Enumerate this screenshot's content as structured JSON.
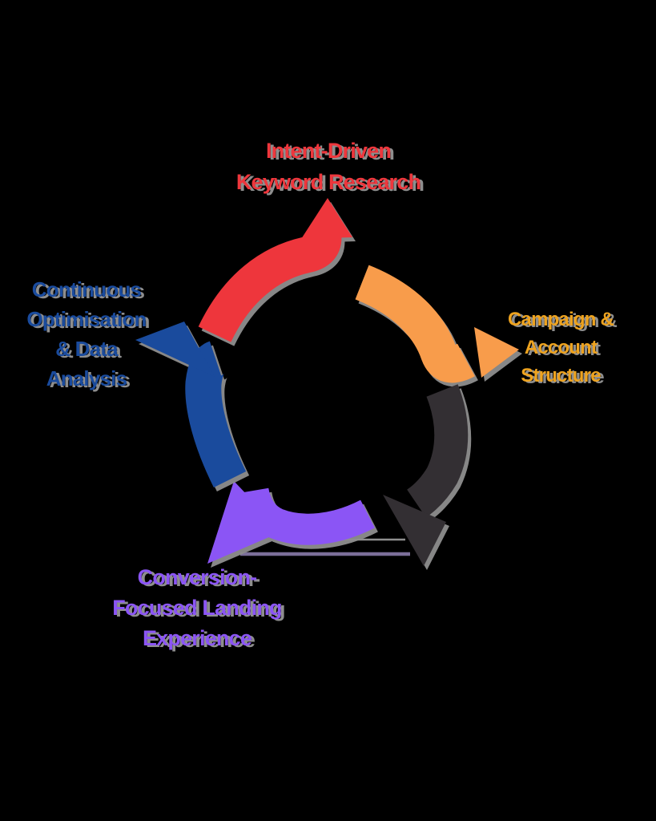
{
  "diagram": {
    "type": "cycle",
    "description_visible": false,
    "stages": [
      {
        "position": "top",
        "label": "Intent-Driven Keyword Research",
        "arrow_color": "#EE363C",
        "text_color": "#EE363C"
      },
      {
        "position": "right",
        "label": "Campaign & Account Structure",
        "arrow_color": "#F89C4B",
        "text_color": "#EEA31F"
      },
      {
        "position": "bottom-right",
        "label": "",
        "arrow_color": "#332F33",
        "text_color": ""
      },
      {
        "position": "bottom-left",
        "label": "Conversion-Focused Landing Experience",
        "arrow_color": "#8B55F5",
        "text_color": "#8B55F5"
      },
      {
        "position": "left",
        "label": "Continuous Optimisation & Data Analysis",
        "arrow_color": "#1A4B9D",
        "text_color": "#1A4B9D"
      }
    ]
  },
  "labels": {
    "top": {
      "lines": [
        "Intent-Driven",
        "Keyword Research"
      ]
    },
    "right": {
      "lines": [
        "Campaign &",
        "Account",
        "Structure"
      ]
    },
    "left": {
      "lines": [
        "Continuous",
        "Optimisation",
        "& Data",
        "Analysis"
      ]
    },
    "bottom": {
      "lines": [
        "Conversion-",
        "Focused Landing",
        "Experience"
      ]
    }
  },
  "colors": {
    "background": "#000000",
    "red": "#EE363C",
    "orange": "#F89C4B",
    "orange_text": "#EEA31F",
    "blue": "#1A4B9D",
    "purple": "#8B55F5",
    "dark": "#332F33",
    "shadow": "#8E8E8E",
    "connector_lavender": "#7B6F99",
    "connector_gray": "#8F8F8F"
  }
}
